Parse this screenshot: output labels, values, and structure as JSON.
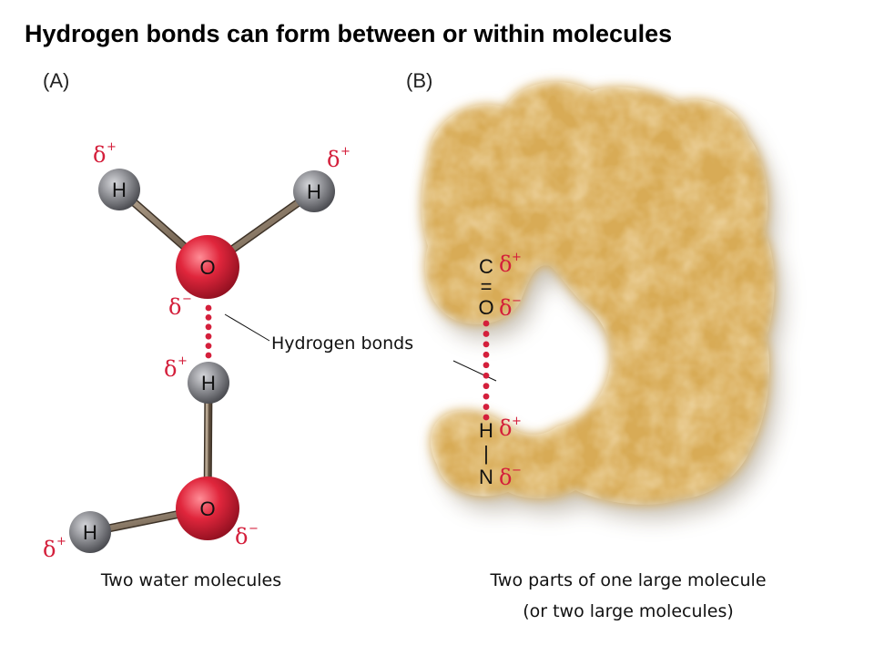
{
  "title": "Hydrogen bonds can form between or within molecules",
  "panel_a_label": "(A)",
  "panel_b_label": "(B)",
  "hydrogen_bonds_label": "Hydrogen bonds",
  "caption_a": "Two water molecules",
  "caption_b_line1": "Two parts of one large molecule",
  "caption_b_line2": "(or two large molecules)",
  "atoms": {
    "hydrogen": "H",
    "oxygen": "O",
    "carbon": "C",
    "nitrogen": "N",
    "double_bond": "=",
    "single_bond": "|"
  },
  "charges": {
    "delta": "δ",
    "plus": "+",
    "minus": "−"
  },
  "colors": {
    "oxygen": "#e0263c",
    "hydrogen": "#8c8d92",
    "bond": "#8a7865",
    "hbond_dots": "#d41f3b",
    "delta": "#d41f3b",
    "protein": "#d8ab56"
  }
}
